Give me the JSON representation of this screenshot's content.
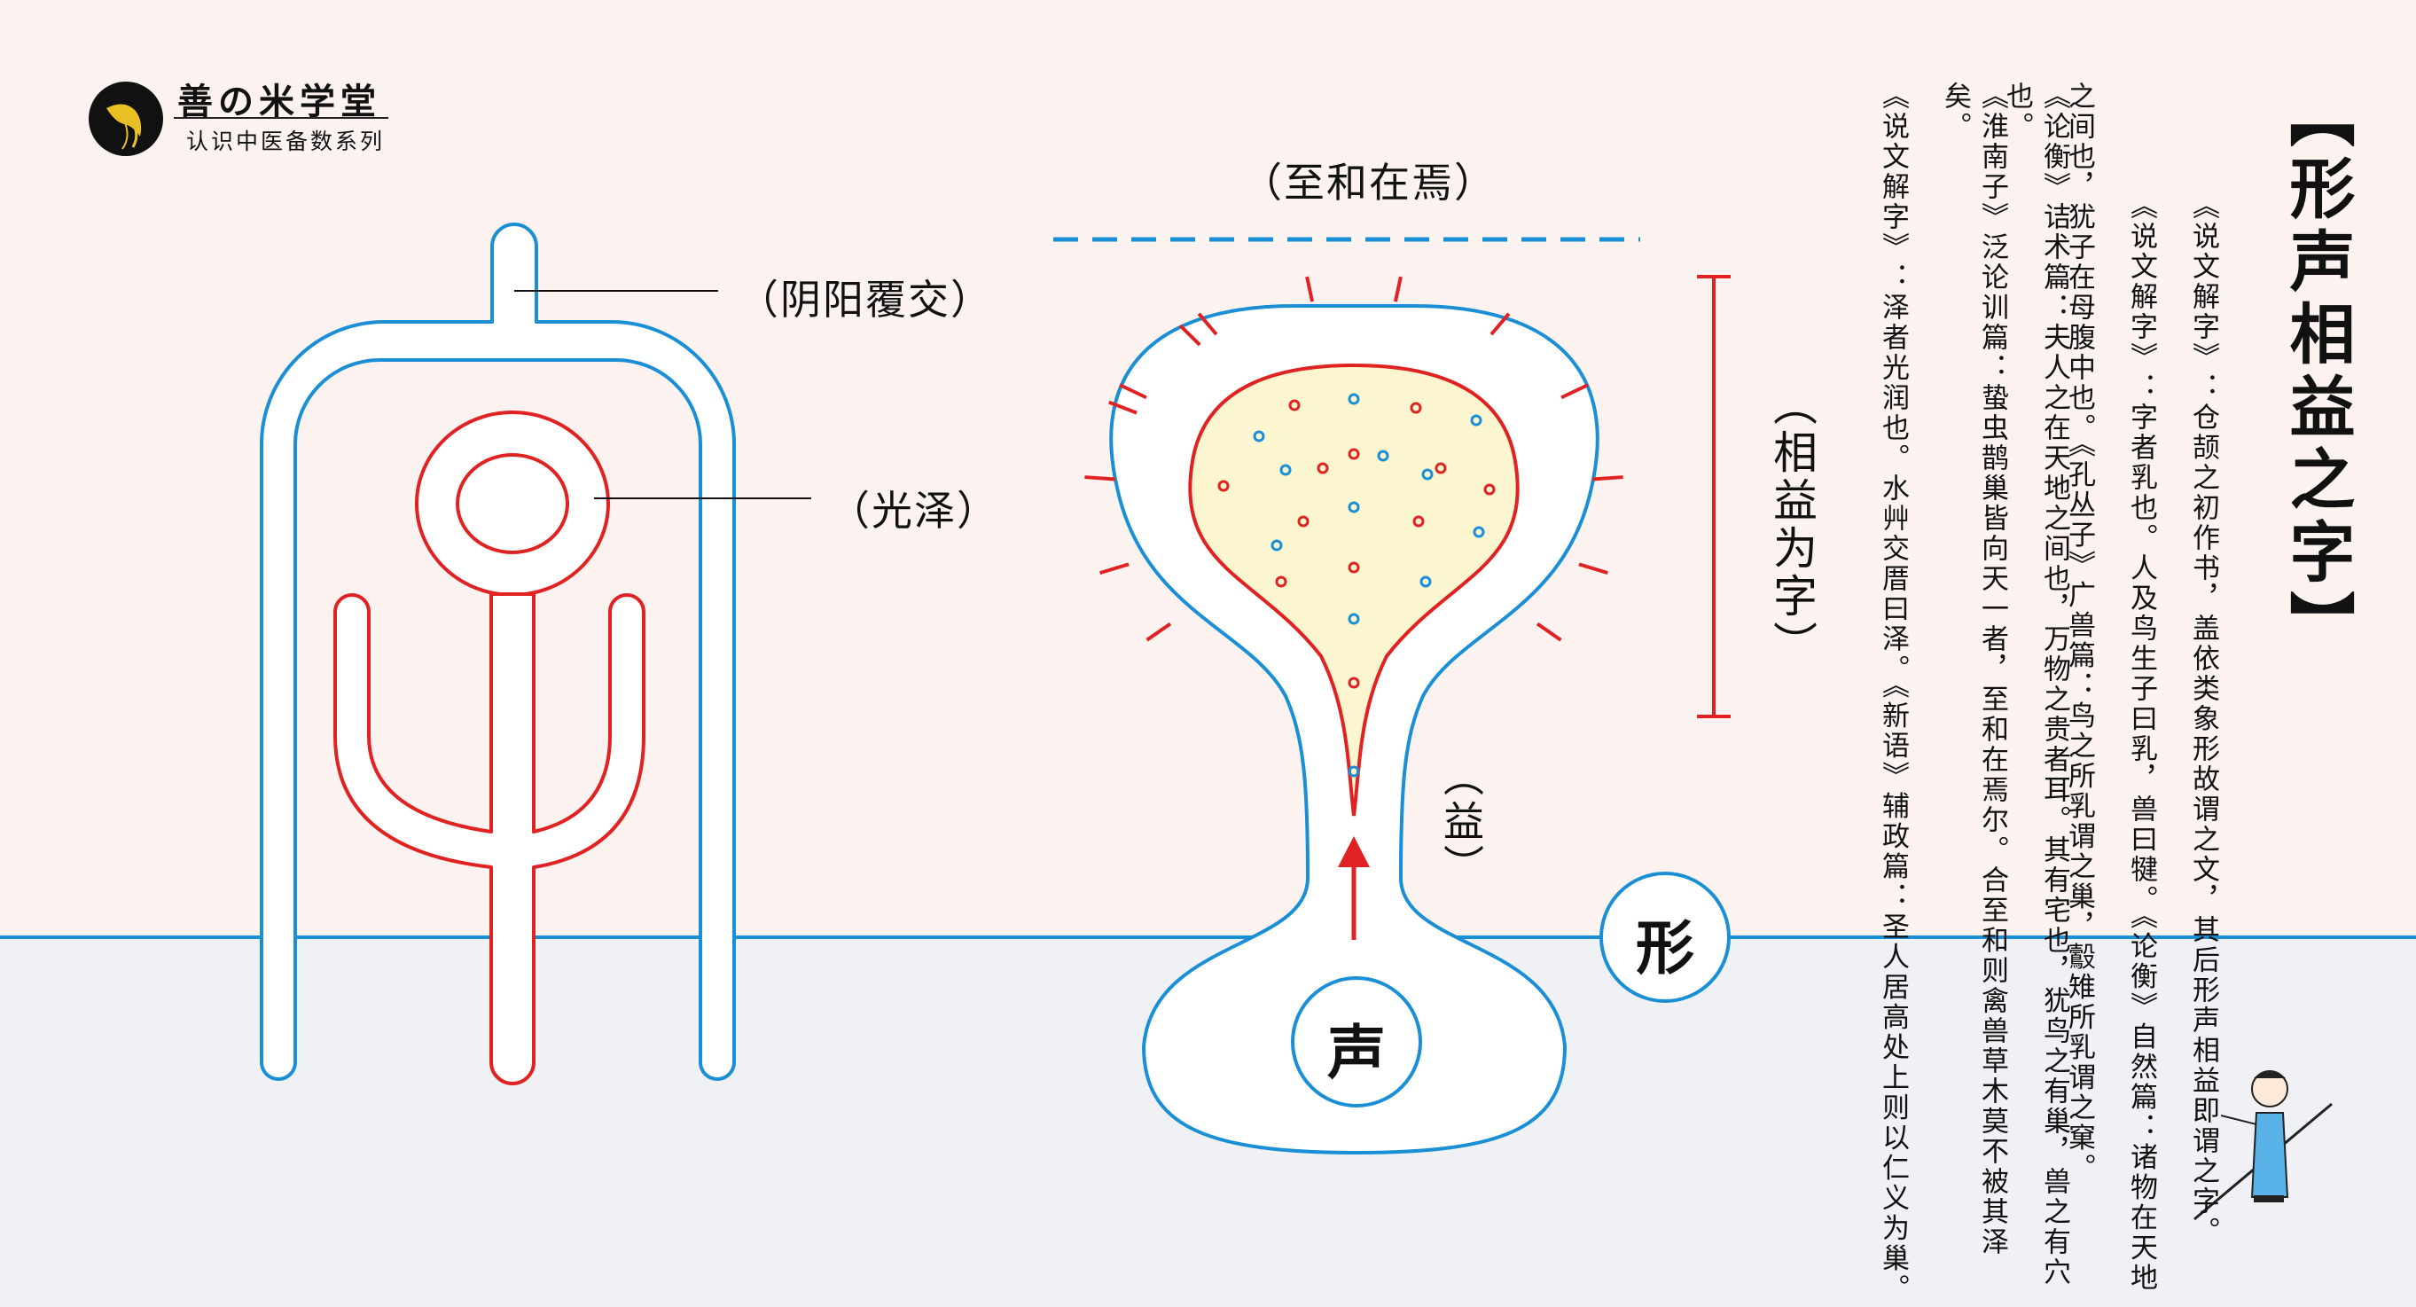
{
  "logo": {
    "title": "善の米学堂",
    "subtitle": "认识中医备数系列"
  },
  "diagram": {
    "label_yinyang": "（阴阳覆交）",
    "label_guangze": "（光泽）",
    "label_zhihe": "（至和在焉）",
    "label_xiangyi": "（相益为字）",
    "label_yi": "（益）",
    "char_sheng": "声",
    "char_xing": "形"
  },
  "text": {
    "title": "【形声相益之字】",
    "columns": [
      "《说文解字》：仓颉之初作书，盖依类象形故谓之文，其后形声相益即谓之字。",
      "《说文解字》：字者乳也。人及鸟生子曰乳，兽曰犍。《论衡》自然篇：诸物在天地",
      "之间也，犹子在母腹中也。《孔丛子》广兽篇：鸟之所乳谓之巢，鷇雉所乳谓之窠。",
      "《论衡》诘术篇：夫人之在天地之间也，万物之贵者耳。其有宅也，犹鸟之有巢，兽之有穴也。",
      "《淮南子》泛论训篇：蛰虫鹊巢皆向天一者，至和在焉尔。合至和则禽兽草木莫不被其泽矣。",
      "《说文解字》：泽者光润也。水艸交厝曰泽。《新语》辅政篇：圣人居高处上则以仁义为巢。"
    ]
  },
  "colors": {
    "blue": "#1a8fd6",
    "red": "#e02222",
    "yellow_fill": "#fbf5d0",
    "bg_top": "#fcf3f1",
    "bg_bottom": "#eff1f4"
  }
}
